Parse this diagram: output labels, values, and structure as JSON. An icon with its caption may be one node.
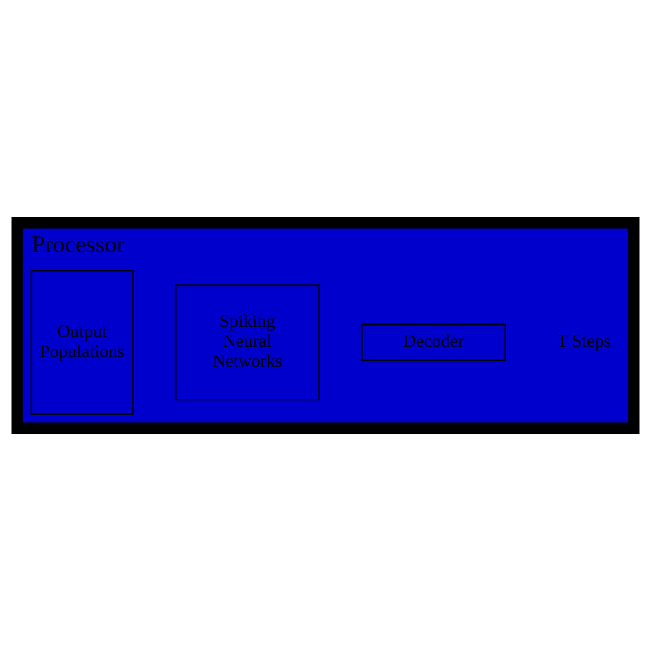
{
  "diagram": {
    "nodes": [
      {
        "text": [
          "Processor"
        ]
      },
      {
        "text": [
          "Decoder"
        ],
        "in": 0
      },
      {
        "text": [
          "Spiking Neural Networks"
        ],
        "in": 0
      },
      {
        "text": [
          "Output Populations"
        ],
        "in": 0
      }
    ],
    "edges": [],
    "labels": [
      "T Steps"
    ]
  }
}
